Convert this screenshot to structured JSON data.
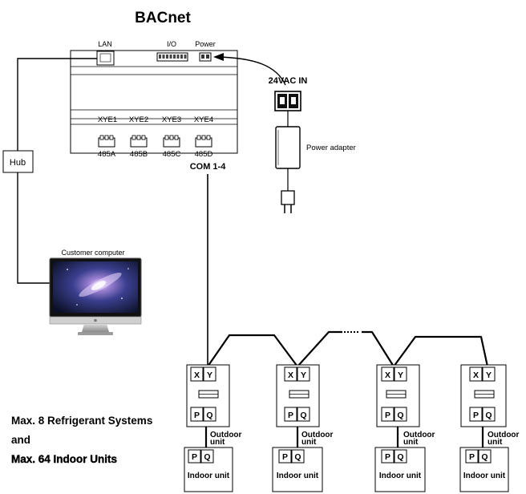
{
  "title": "BACnet",
  "gateway": {
    "top_ports": [
      "LAN",
      "I/O",
      "Power"
    ],
    "xye_labels": [
      "XYE1",
      "XYE2",
      "XYE3",
      "XYE4"
    ],
    "rs485_labels": [
      "485A",
      "485B",
      "485C",
      "485D"
    ],
    "com_label": "COM 1-4"
  },
  "power": {
    "input_label": "24VAC IN",
    "adapter_label": "Power adapter"
  },
  "hub_label": "Hub",
  "computer_label": "Customer computer",
  "units": {
    "outdoor_top_terminals": [
      "X",
      "Y"
    ],
    "outdoor_bottom_terminals": [
      "P",
      "Q"
    ],
    "indoor_terminals": [
      "P",
      "Q"
    ],
    "outdoor_label_line1": "Outdoor",
    "outdoor_label_line2": "unit",
    "indoor_label": "Indoor unit"
  },
  "notes": {
    "line1": "Max. 8 Refrigerant Systems",
    "line2": "and",
    "line3": "Max. 64 Indoor Units"
  }
}
